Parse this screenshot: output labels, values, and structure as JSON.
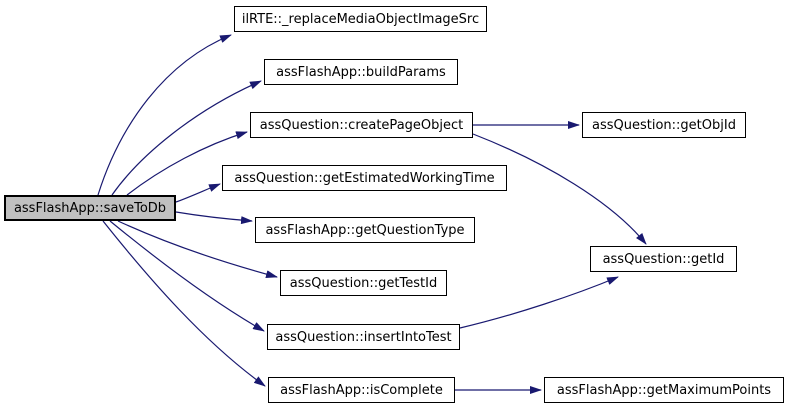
{
  "diagram": {
    "kind": "call-graph",
    "colors": {
      "edge": "#191970",
      "node_border": "#000000",
      "node_fill": "#ffffff",
      "root_fill": "#c0c0c0",
      "text": "#000000",
      "background": "#ffffff"
    },
    "nodes": [
      {
        "id": "saveToDb",
        "label": "assFlashApp::saveToDb",
        "role": "root"
      },
      {
        "id": "replaceMediaObjectImageSrc",
        "label": "ilRTE::_replaceMediaObjectImageSrc"
      },
      {
        "id": "buildParams",
        "label": "assFlashApp::buildParams"
      },
      {
        "id": "createPageObject",
        "label": "assQuestion::createPageObject"
      },
      {
        "id": "getEstimatedWorkingTime",
        "label": "assQuestion::getEstimatedWorkingTime"
      },
      {
        "id": "getQuestionType",
        "label": "assFlashApp::getQuestionType"
      },
      {
        "id": "getTestId",
        "label": "assQuestion::getTestId"
      },
      {
        "id": "insertIntoTest",
        "label": "assQuestion::insertIntoTest"
      },
      {
        "id": "isComplete",
        "label": "assFlashApp::isComplete"
      },
      {
        "id": "getObjId",
        "label": "assQuestion::getObjId"
      },
      {
        "id": "getId",
        "label": "assQuestion::getId"
      },
      {
        "id": "getMaximumPoints",
        "label": "assFlashApp::getMaximumPoints"
      }
    ],
    "edges": [
      {
        "from": "saveToDb",
        "to": "replaceMediaObjectImageSrc"
      },
      {
        "from": "saveToDb",
        "to": "buildParams"
      },
      {
        "from": "saveToDb",
        "to": "createPageObject"
      },
      {
        "from": "saveToDb",
        "to": "getEstimatedWorkingTime"
      },
      {
        "from": "saveToDb",
        "to": "getQuestionType"
      },
      {
        "from": "saveToDb",
        "to": "getTestId"
      },
      {
        "from": "saveToDb",
        "to": "insertIntoTest"
      },
      {
        "from": "saveToDb",
        "to": "isComplete"
      },
      {
        "from": "createPageObject",
        "to": "getObjId"
      },
      {
        "from": "createPageObject",
        "to": "getId"
      },
      {
        "from": "insertIntoTest",
        "to": "getId"
      },
      {
        "from": "isComplete",
        "to": "getMaximumPoints"
      }
    ]
  }
}
